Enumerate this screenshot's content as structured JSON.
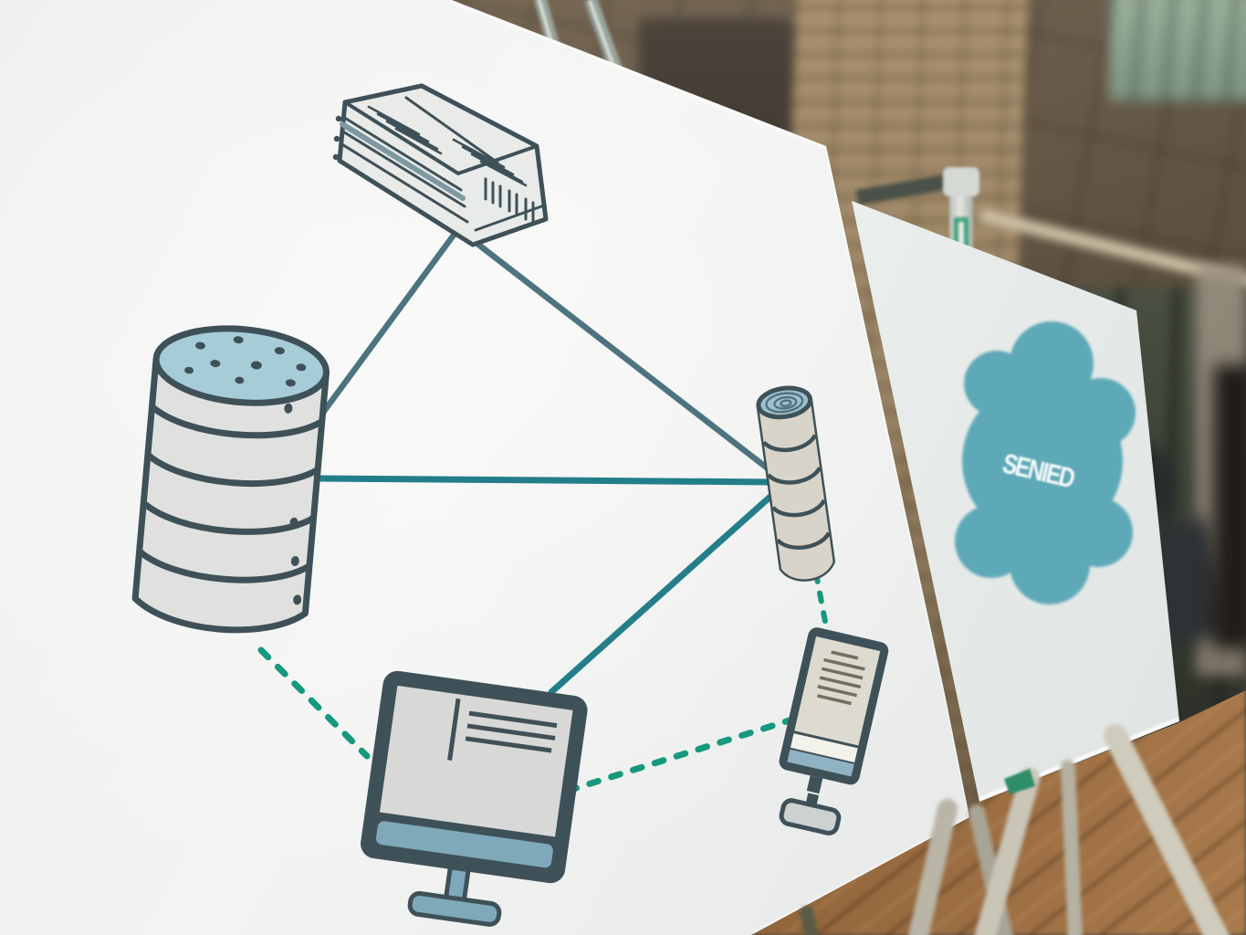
{
  "scene": {
    "type": "photograph",
    "subject": "two white poster boards on easels in a glass-walled atrium with brick pillar and wood floor"
  },
  "left_board": {
    "content": "network diagram",
    "nodes": [
      {
        "id": "documents-stack",
        "icon": "stack-of-newspapers-icon"
      },
      {
        "id": "database",
        "icon": "database-cylinder-icon"
      },
      {
        "id": "rolled-document",
        "icon": "rolled-document-icon"
      },
      {
        "id": "desktop-computer",
        "icon": "desktop-monitor-icon"
      },
      {
        "id": "terminal",
        "icon": "small-monitor-icon"
      }
    ],
    "connections": [
      {
        "from": "documents-stack",
        "to": "database",
        "style": "solid"
      },
      {
        "from": "documents-stack",
        "to": "rolled-document",
        "style": "solid"
      },
      {
        "from": "database",
        "to": "rolled-document",
        "style": "solid"
      },
      {
        "from": "desktop-computer",
        "to": "rolled-document",
        "style": "solid"
      },
      {
        "from": "database",
        "to": "desktop-computer",
        "style": "dashed"
      },
      {
        "from": "desktop-computer",
        "to": "terminal",
        "style": "dashed"
      },
      {
        "from": "rolled-document",
        "to": "terminal",
        "style": "dashed"
      }
    ]
  },
  "right_board": {
    "content": "cloud logo",
    "cloud_label": "SENIED"
  },
  "colors": {
    "outline": "#3f5158",
    "line_slate": "#4d737f",
    "line_teal": "#237e8a",
    "dashed_teal": "#16997e",
    "db_top_blue": "#a6ccd8",
    "roll_top_blue": "#9dc0cf",
    "monitor_blue": "#7fa9ba",
    "cloud_teal": "#5ea9b7",
    "corner_green": "#2f8e68",
    "board_white": "#f1f2f0"
  }
}
